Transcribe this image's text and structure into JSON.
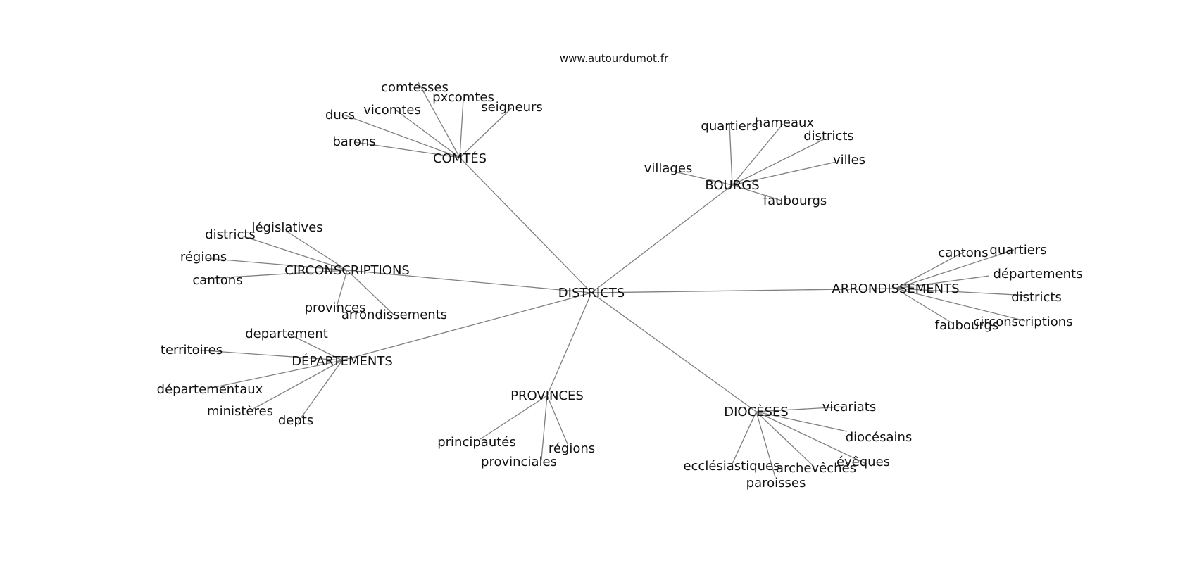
{
  "credit": "www.autourdumot.fr",
  "colors": {
    "edge": "#808080",
    "text": "#111111",
    "background": "#ffffff"
  },
  "graph": {
    "center": "DISTRICTS",
    "clusters": [
      {
        "id": "comtes",
        "label": "COMTÉS",
        "words": [
          "comtesses",
          "pxcomtes",
          "vicomtes",
          "seigneurs",
          "ducs",
          "barons"
        ]
      },
      {
        "id": "bourgs",
        "label": "BOURGS",
        "words": [
          "hameaux",
          "quartiers",
          "districts",
          "villes",
          "villages",
          "faubourgs"
        ]
      },
      {
        "id": "circonscriptions",
        "label": "CIRCONSCRIPTIONS",
        "words": [
          "législatives",
          "districts",
          "régions",
          "cantons",
          "provinces",
          "arrondissements"
        ]
      },
      {
        "id": "arrondissements",
        "label": "ARRONDISSEMENTS",
        "words": [
          "cantons",
          "quartiers",
          "départements",
          "districts",
          "circonscriptions",
          "faubourgs"
        ]
      },
      {
        "id": "departements",
        "label": "DÉPARTEMENTS",
        "words": [
          "departement",
          "territoires",
          "départementaux",
          "ministères",
          "depts"
        ]
      },
      {
        "id": "provinces",
        "label": "PROVINCES",
        "words": [
          "principautés",
          "régions",
          "provinciales"
        ]
      },
      {
        "id": "dioceses",
        "label": "DIOCÈSES",
        "words": [
          "vicariats",
          "diocésains",
          "évêques",
          "archevêchés",
          "ecclésiastiques",
          "paroisses"
        ]
      }
    ]
  }
}
